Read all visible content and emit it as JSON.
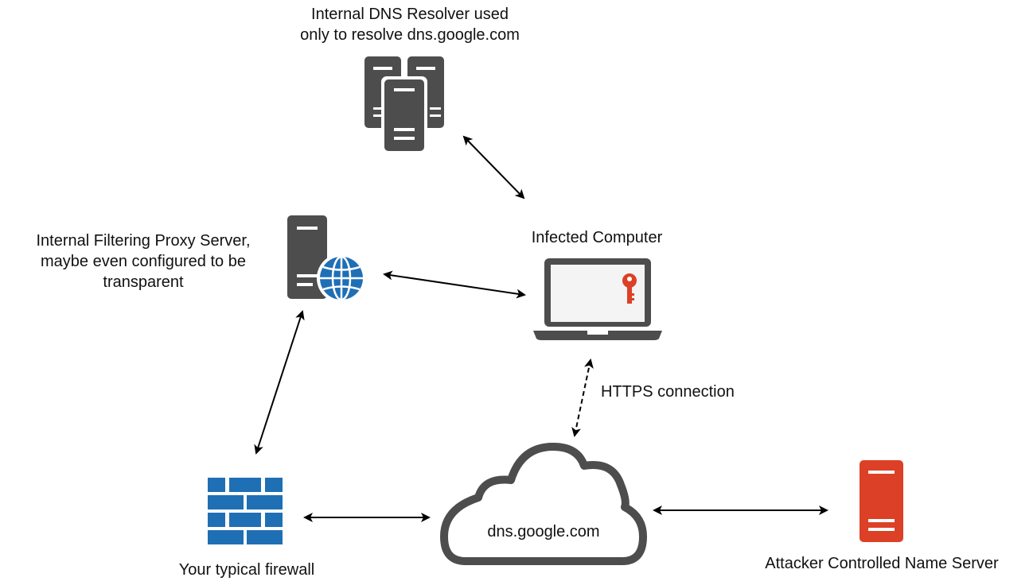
{
  "diagram": {
    "nodes": {
      "dns_resolver": {
        "label": "Internal DNS Resolver used\nonly to resolve dns.google.com",
        "icon": "server-cluster-icon"
      },
      "proxy": {
        "label": "Internal Filtering Proxy Server,\nmaybe even configured to be\ntransparent",
        "icon": "web-server-icon"
      },
      "infected_computer": {
        "label": "Infected Computer",
        "icon": "laptop-key-icon"
      },
      "firewall": {
        "label": "Your typical firewall",
        "icon": "firewall-icon"
      },
      "cloud": {
        "label": "dns.google.com",
        "icon": "cloud-icon"
      },
      "attacker": {
        "label": "Attacker Controlled Name Server",
        "icon": "server-icon"
      }
    },
    "edges": [
      {
        "from": "dns_resolver",
        "to": "infected_computer",
        "style": "solid",
        "label": ""
      },
      {
        "from": "proxy",
        "to": "infected_computer",
        "style": "solid",
        "label": ""
      },
      {
        "from": "proxy",
        "to": "firewall",
        "style": "solid",
        "label": ""
      },
      {
        "from": "infected_computer",
        "to": "cloud",
        "style": "dashed",
        "label": "HTTPS connection"
      },
      {
        "from": "firewall",
        "to": "cloud",
        "style": "solid",
        "label": ""
      },
      {
        "from": "cloud",
        "to": "attacker",
        "style": "solid",
        "label": ""
      }
    ],
    "colors": {
      "icon_gray": "#4d4d4d",
      "globe_blue": "#1f6fb5",
      "firewall_blue": "#1f6fb5",
      "attacker_red": "#dc4026",
      "key_red": "#dc4026",
      "arrow": "#000000"
    }
  }
}
